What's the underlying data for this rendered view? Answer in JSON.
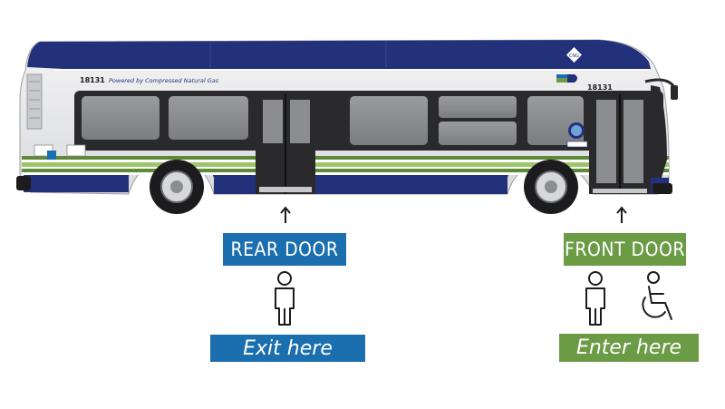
{
  "bus": {
    "fleet_number_rear": "18131",
    "fleet_number_front": "18131",
    "tagline": "Powered by Compressed Natural Gas",
    "roof_badge": "CNG",
    "colors": {
      "roof": "#23317a",
      "skirt": "#23317a",
      "body": "#e9eaec",
      "stripe_green_dark": "#5e8a38",
      "stripe_green_light": "#9cc66a",
      "window": "#8c8d90",
      "window_frame": "#2a2a2c",
      "tire": "#1c1c1e"
    }
  },
  "rear_door": {
    "title": "REAR DOOR",
    "action": "Exit here",
    "color": "#1c6fae",
    "icons": [
      "person-standing-icon"
    ]
  },
  "front_door": {
    "title": "FRONT DOOR",
    "action": "Enter here",
    "color": "#6b9b45",
    "icons": [
      "person-standing-icon",
      "wheelchair-icon"
    ]
  }
}
